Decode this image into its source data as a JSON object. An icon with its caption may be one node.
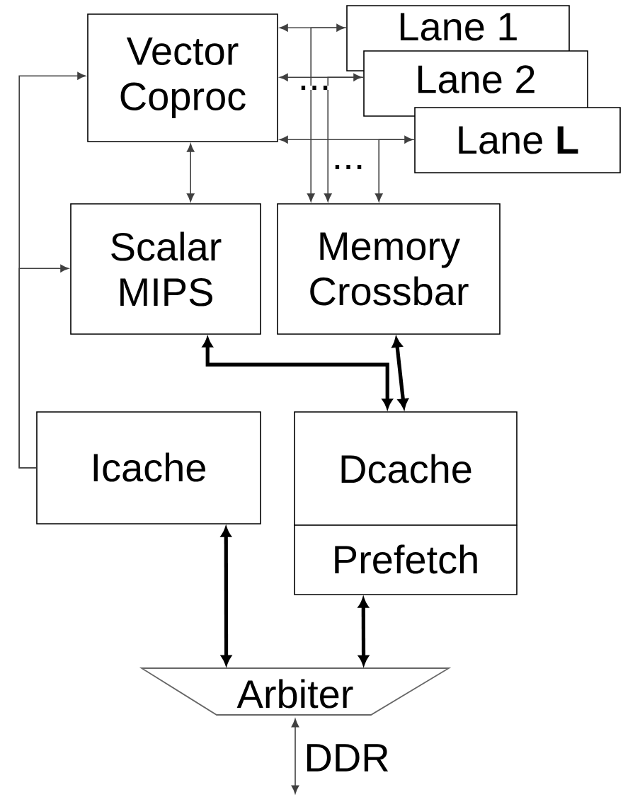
{
  "diagram": {
    "nodes": [
      {
        "text": [
          "Vector Coproc"
        ]
      },
      {
        "text": [
          "Lane 1"
        ]
      },
      {
        "text": [
          "Lane 2"
        ]
      },
      {
        "text": [
          "Lane **L**"
        ]
      },
      {
        "text": [
          "Scalar MIPS"
        ]
      },
      {
        "text": [
          "Memory Crossbar"
        ]
      },
      {
        "text": [
          "Icache"
        ]
      },
      {
        "text": [
          "Dcache"
        ]
      },
      {
        "text": [
          "Prefetch"
        ]
      },
      {
        "text": [
          "Arbiter"
        ]
      }
    ],
    "edges": [
      {
        "from": 0,
        "to": 1,
        "arrow": "both"
      },
      {
        "from": 0,
        "to": 2,
        "arrow": "both"
      },
      {
        "from": 0,
        "to": 3,
        "arrow": "both"
      },
      {
        "from": 1,
        "to": 5,
        "arrow": "to"
      },
      {
        "from": 2,
        "to": 5,
        "arrow": "to"
      },
      {
        "from": 3,
        "to": 5,
        "arrow": "to"
      },
      {
        "from": 0,
        "to": 4,
        "arrow": "both"
      },
      {
        "from": 6,
        "to": 0,
        "arrow": "to"
      },
      {
        "from": 6,
        "to": 4,
        "arrow": "to"
      },
      {
        "from": 7,
        "to": 4,
        "arrow": "both",
        "style": "thick"
      },
      {
        "from": 7,
        "to": 5,
        "arrow": "both",
        "style": "thick"
      },
      {
        "from": 6,
        "to": 9,
        "arrow": "both",
        "style": "thick"
      },
      {
        "from": 8,
        "to": 9,
        "arrow": "both",
        "style": "thick"
      },
      {
        "from": 9,
        "to": null,
        "arrow": "both",
        "label": "DDR"
      }
    ],
    "labels": [
      "...",
      "..."
    ]
  }
}
